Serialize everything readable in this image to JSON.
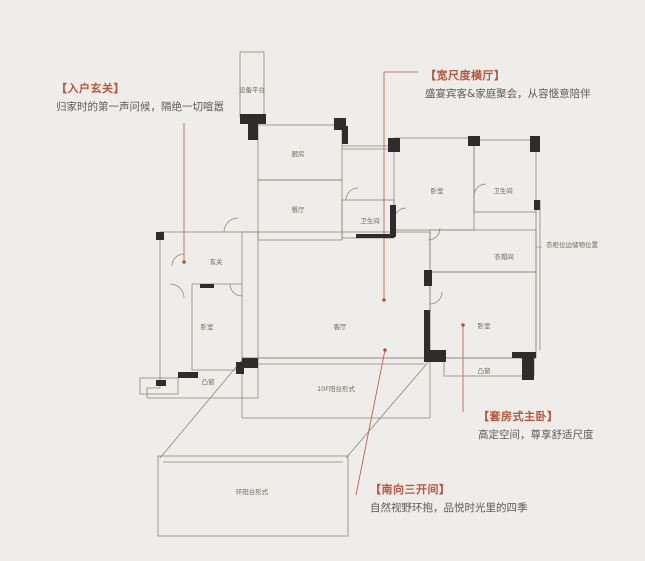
{
  "callouts": {
    "entrance": {
      "title": "【入户玄关】",
      "desc": "归家时的第一声问候，隔绝一切喧嚣"
    },
    "living": {
      "title": "【宽尺度横厅】",
      "desc": "盛宴宾客&家庭聚会，从容惬意陪伴"
    },
    "master": {
      "title": "【套房式主卧】",
      "desc": "高定空间，尊享舒适尺度"
    },
    "south": {
      "title": "【南向三开间】",
      "desc": "自然视野环抱，品悦时光里的四季"
    }
  },
  "rooms": {
    "equipment": "设备平台",
    "kitchen": "厨房",
    "dining": "餐厅",
    "bathroom_public": "卫生间",
    "bedroom_north": "卧室",
    "bathroom_master": "卫生间",
    "dressing": "衣帽间",
    "storage_tip": "衣柜位边储物位置",
    "foyer": "玄关",
    "bedroom_west": "卧室",
    "living": "客厅",
    "bedroom_master": "卧室",
    "bay_west": "凸窗",
    "bay_east": "凸窗",
    "balcony": "10F阳台形式",
    "terrace": "环阳台形式"
  },
  "colors": {
    "accent": "#b8543c",
    "wall": "#2f2d2c",
    "line": "#8a8580",
    "background": "#efede9"
  }
}
